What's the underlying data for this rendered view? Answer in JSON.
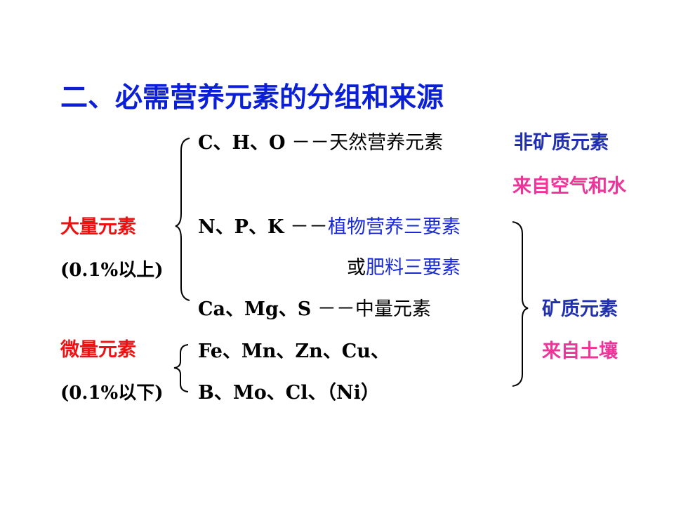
{
  "title": "二、必需营养元素的分组和来源",
  "macro": {
    "label": "大量元素",
    "range": "(0.1%以上)",
    "row1": {
      "elements": "C、H、O",
      "dash": "－－",
      "desc": "天然营养元素"
    },
    "row2": {
      "elements": "N、P、K",
      "dash": "－－",
      "desc": "植物营养三要素"
    },
    "row2b": {
      "prefix": "或",
      "desc": "肥料三要素"
    },
    "row3": {
      "elements": "Ca、Mg、S",
      "dash": "－－",
      "desc": "中量元素"
    }
  },
  "micro": {
    "label": "微量元素",
    "range": "(0.1%以下)",
    "row1": "Fe、Mn、Zn、Cu、",
    "row2": "B、Mo、Cl、（Ni）"
  },
  "right": {
    "non_mineral": "非矿质元素",
    "from_air": "来自空气和水",
    "mineral": "矿质元素",
    "from_soil": "来自土壤"
  },
  "colors": {
    "title": "#0a1fd6",
    "red_label": "#ee1111",
    "pink": "#ee3399",
    "navy": "#2030b0",
    "blue_text": "#1a2bd6"
  }
}
